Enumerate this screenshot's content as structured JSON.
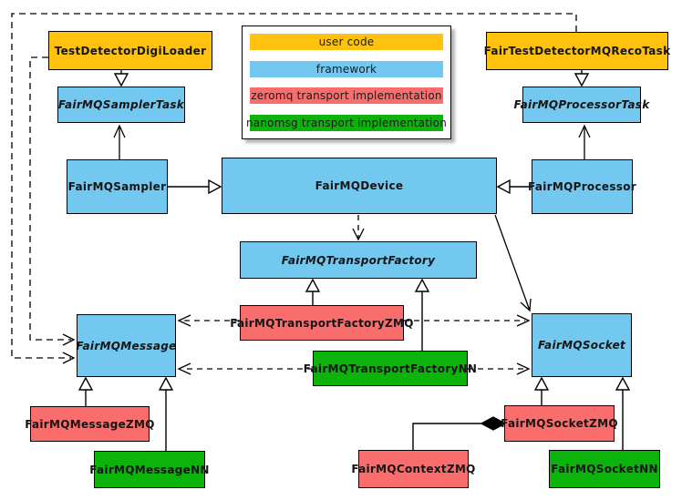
{
  "legend": {
    "items": [
      {
        "label": "user code",
        "category": "user_code"
      },
      {
        "label": "framework",
        "category": "framework"
      },
      {
        "label": "zeromq transport implementation",
        "category": "zeromq"
      },
      {
        "label": "nanomsg transport implementation",
        "category": "nanomsg"
      }
    ]
  },
  "colors": {
    "user_code": "#FFC20E",
    "framework": "#73C8F0",
    "zeromq": "#FA6D6D",
    "nanomsg": "#0BB30B",
    "border": "#000000",
    "background": "#FFFFFF"
  },
  "nodes": {
    "testDetectorDigiLoader": {
      "label": "TestDetectorDigiLoader",
      "category": "user_code",
      "abstract": false
    },
    "fairTestDetectorMQRecoTask": {
      "label": "FairTestDetectorMQRecoTask",
      "category": "user_code",
      "abstract": false
    },
    "fairMQSamplerTask": {
      "label": "FairMQSamplerTask",
      "category": "framework",
      "abstract": true
    },
    "fairMQProcessorTask": {
      "label": "FairMQProcessorTask",
      "category": "framework",
      "abstract": true
    },
    "fairMQSampler": {
      "label": "FairMQSampler",
      "category": "framework",
      "abstract": false
    },
    "fairMQDevice": {
      "label": "FairMQDevice",
      "category": "framework",
      "abstract": false
    },
    "fairMQProcessor": {
      "label": "FairMQProcessor",
      "category": "framework",
      "abstract": false
    },
    "fairMQTransportFactory": {
      "label": "FairMQTransportFactory",
      "category": "framework",
      "abstract": true
    },
    "fairMQTransportFactoryZMQ": {
      "label": "FairMQTransportFactoryZMQ",
      "category": "zeromq",
      "abstract": false
    },
    "fairMQTransportFactoryNN": {
      "label": "FairMQTransportFactoryNN",
      "category": "nanomsg",
      "abstract": false
    },
    "fairMQMessage": {
      "label": "FairMQMessage",
      "category": "framework",
      "abstract": true
    },
    "fairMQSocket": {
      "label": "FairMQSocket",
      "category": "framework",
      "abstract": true
    },
    "fairMQMessageZMQ": {
      "label": "FairMQMessageZMQ",
      "category": "zeromq",
      "abstract": false
    },
    "fairMQMessageNN": {
      "label": "FairMQMessageNN",
      "category": "nanomsg",
      "abstract": false
    },
    "fairMQContextZMQ": {
      "label": "FairMQContextZMQ",
      "category": "zeromq",
      "abstract": false
    },
    "fairMQSocketZMQ": {
      "label": "FairMQSocketZMQ",
      "category": "zeromq",
      "abstract": false
    },
    "fairMQSocketNN": {
      "label": "FairMQSocketNN",
      "category": "nanomsg",
      "abstract": false
    }
  }
}
